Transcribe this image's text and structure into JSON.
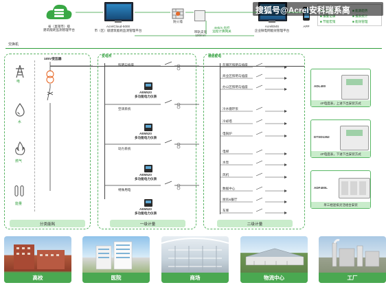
{
  "top": {
    "cloud_caption": "省（直辖市）级\n建筑能耗监测管理平台",
    "acrel_cloud_title": "AcrelCloud-5000",
    "acrel_cloud_caption": "市（区）级建筑能耗监测管理平台",
    "firewall_label": "防火墙",
    "gateway_label": "带轨支装\n100mm",
    "gateway_note": "4Mb/s 光纤\n远程计算网关",
    "ems_title": "AcrelEMS",
    "ems_caption": "企业微电网能效管理平台",
    "app_label": "APP",
    "legend_items": [
      "能耗分析",
      "能源趋势",
      "报警记录",
      "报表统计",
      "节能宏策",
      "能效管理"
    ]
  },
  "watermark": "搜狐号@Acrel安科瑞系离",
  "switch_label": "交换机",
  "left_panel": {
    "items": [
      {
        "label": "电",
        "icon": "power-tower-icon"
      },
      {
        "label": "水",
        "icon": "water-drop-icon"
      },
      {
        "label": "燃气",
        "icon": "flame-icon"
      },
      {
        "label": "能量",
        "icon": "energy-coil-icon"
      }
    ],
    "footer": "分类能耗"
  },
  "transformer_label": "10kV变压器",
  "mid_panel": {
    "title": "变电所",
    "groups": [
      {
        "label": "照明与插座",
        "meter": "AEM520",
        "meter_caption": "多功能电力仪表"
      },
      {
        "label": "空调系统",
        "meter": "AEM520",
        "meter_caption": "多功能电力仪表"
      },
      {
        "label": "动力系统",
        "meter": "AEM520",
        "meter_caption": "多功能电力仪表"
      },
      {
        "label": "特殊用电",
        "meter": "AEM520",
        "meter_caption": "多功能电力仪表"
      }
    ],
    "footer": "一级计量"
  },
  "right_panel": {
    "title": "楼层配电",
    "items": [
      "在哪区照明与插座",
      "商业区照明与插座",
      "办公区照明与插座",
      "冷水循环泵",
      "冷却塔",
      "电锅炉",
      "电梯",
      "水泵",
      "风机",
      "数据中心",
      "厨房&餐厅",
      "车库"
    ],
    "footer": "二级计量"
  },
  "products": [
    {
      "model": "ADL400",
      "caption": "4P电度表，上进下出安装方式"
    },
    {
      "model": "DTSD1352",
      "caption": "4P电度表，下进下出安装方式"
    },
    {
      "model": "ADF400L",
      "caption": "单三相混排灵活组合安装"
    }
  ],
  "photos": [
    {
      "label": "高校",
      "icon": "campus-building-icon"
    },
    {
      "label": "医院",
      "icon": "hospital-building-icon"
    },
    {
      "label": "商场",
      "icon": "mall-interior-icon"
    },
    {
      "label": "物流中心",
      "icon": "logistics-warehouse-icon"
    },
    {
      "label": "工厂",
      "icon": "factory-plant-icon"
    }
  ],
  "colors": {
    "accent": "#2e9e3a",
    "panel_border": "#56b260",
    "footer_fill": "#c9eccb",
    "photo_bar": "#4aa851"
  }
}
